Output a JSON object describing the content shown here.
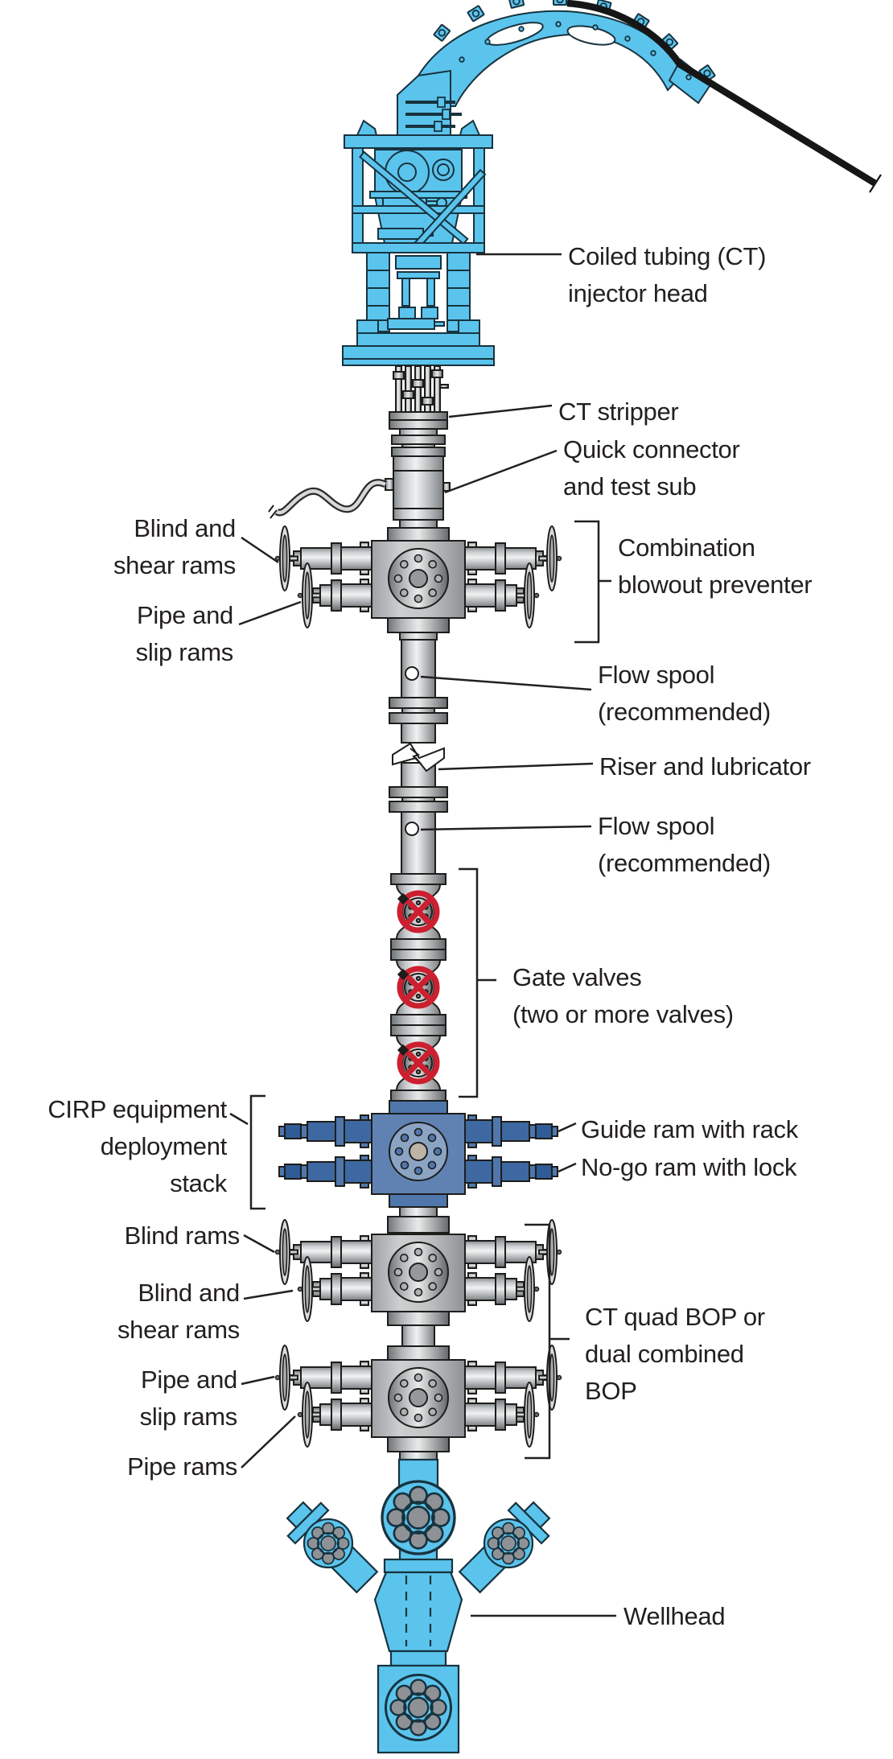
{
  "figure": {
    "description_labels_present": true
  },
  "colors": {
    "light_blue": "#5BC4ED",
    "steel_blue_body": "#5F82B2",
    "steel_blue_ram": "#3E68A2",
    "steel_blue_dark": "#2F5B96",
    "valve_red": "#CC2030",
    "metal_gray_light": "#F0F1F2",
    "metal_gray_dark": "#7C8083",
    "outline": "#1D1D1B",
    "text": "#231F20",
    "tubing_black": "#161616"
  },
  "labels": {
    "coiled_tubing": [
      "Coiled tubing (CT)",
      "injector head"
    ],
    "ct_stripper": [
      "CT stripper"
    ],
    "quick_connector": [
      "Quick connector",
      "and test sub"
    ],
    "combination_bop": [
      "Combination",
      "blowout preventer"
    ],
    "blind_shear_upper": [
      "Blind and",
      "shear rams"
    ],
    "pipe_slip_upper": [
      "Pipe and",
      "slip rams"
    ],
    "flow_spool_upper": [
      "Flow spool",
      "(recommended)"
    ],
    "riser": [
      "Riser and lubricator"
    ],
    "flow_spool_lower": [
      "Flow spool",
      "(recommended)"
    ],
    "gate_valves": [
      "Gate valves",
      "(two or more valves)"
    ],
    "cirp": [
      "CIRP equipment",
      "deployment",
      "stack"
    ],
    "guide_ram": [
      "Guide ram with rack"
    ],
    "nogo_ram": [
      "No-go ram with lock"
    ],
    "blind_rams": [
      "Blind rams"
    ],
    "blind_shear_lower": [
      "Blind and",
      "shear rams"
    ],
    "pipe_slip_lower": [
      "Pipe and",
      "slip rams"
    ],
    "pipe_rams": [
      "Pipe rams"
    ],
    "ct_quad_bop": [
      "CT quad BOP or",
      "dual combined",
      "BOP"
    ],
    "wellhead": [
      "Wellhead"
    ]
  }
}
